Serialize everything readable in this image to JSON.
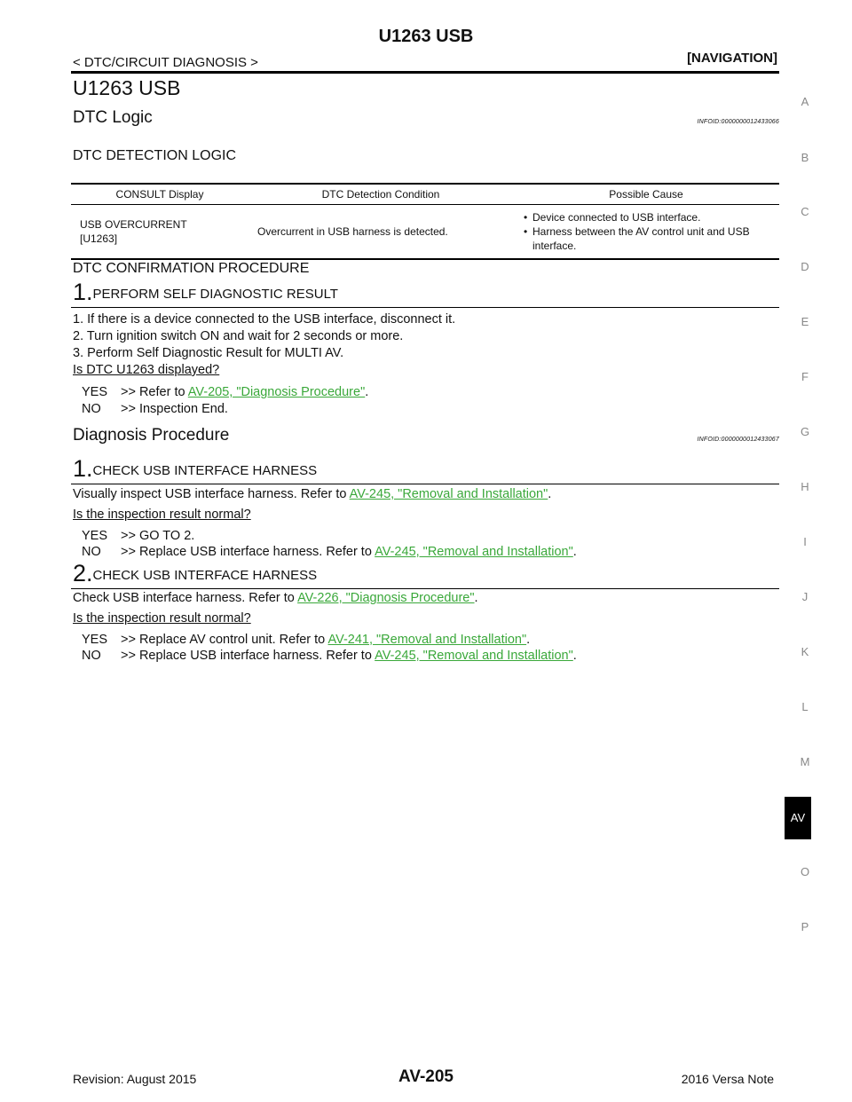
{
  "header": {
    "title": "U1263 USB",
    "left": "< DTC/CIRCUIT DIAGNOSIS >",
    "right": "[NAVIGATION]"
  },
  "section_title": "U1263 USB",
  "dtc_logic": {
    "heading": "DTC Logic",
    "infoid": "INFOID:0000000012433066",
    "subheading": "DTC DETECTION LOGIC",
    "table": {
      "headers": [
        "CONSULT Display",
        "DTC Detection Condition",
        "Possible Cause"
      ],
      "display_line1": "USB OVERCURRENT",
      "display_line2": "[U1263]",
      "condition": "Overcurrent in USB harness is detected.",
      "causes": [
        "Device connected to USB interface.",
        "Harness between the AV control unit and USB interface."
      ]
    },
    "confirmation": {
      "heading": "DTC CONFIRMATION PROCEDURE",
      "step_num": "1.",
      "step_title": "PERFORM SELF DIAGNOSTIC RESULT",
      "items": [
        "1.  If there is a device connected to the USB interface, disconnect it.",
        "2.  Turn ignition switch ON and wait for 2 seconds or more.",
        "3.  Perform Self Diagnostic Result for MULTI AV."
      ],
      "question": "Is DTC U1263 displayed?",
      "yes_label": "YES",
      "yes_text": ">> Refer to ",
      "yes_link": "AV-205, \"Diagnosis Procedure\"",
      "yes_end": ".",
      "no_label": "NO",
      "no_text": ">> Inspection End."
    }
  },
  "diagnosis": {
    "heading": "Diagnosis Procedure",
    "infoid": "INFOID:0000000012433067",
    "step1": {
      "num": "1.",
      "title": "CHECK USB INTERFACE HARNESS",
      "text": "Visually inspect USB interface harness. Refer to ",
      "link": "AV-245, \"Removal and Installation\"",
      "end": ".",
      "question": "Is the inspection result normal?",
      "yes_label": "YES",
      "yes_text": ">> GO TO 2.",
      "no_label": "NO",
      "no_text": ">> Replace USB interface harness. Refer to ",
      "no_link": "AV-245, \"Removal and Installation\"",
      "no_end": "."
    },
    "step2": {
      "num": "2.",
      "title": "CHECK USB INTERFACE HARNESS",
      "text": "Check USB interface harness. Refer to ",
      "link": "AV-226, \"Diagnosis Procedure\"",
      "end": ".",
      "question": "Is the inspection result normal?",
      "yes_label": "YES",
      "yes_text": ">> Replace AV control unit. Refer to ",
      "yes_link": "AV-241, \"Removal and Installation\"",
      "yes_end": ".",
      "no_label": "NO",
      "no_text": ">> Replace USB interface harness. Refer to ",
      "no_link": "AV-245, \"Removal and Installation\"",
      "no_end": "."
    }
  },
  "side_letters": [
    "A",
    "B",
    "C",
    "D",
    "E",
    "F",
    "G",
    "H",
    "I",
    "J",
    "K",
    "L",
    "M",
    "O",
    "P"
  ],
  "side_tab": "AV",
  "footer": {
    "revision": "Revision: August 2015",
    "page": "AV-205",
    "model": "2016 Versa Note"
  },
  "colors": {
    "link": "#3aa83a",
    "text": "#111111",
    "side_letters": "#888888"
  }
}
